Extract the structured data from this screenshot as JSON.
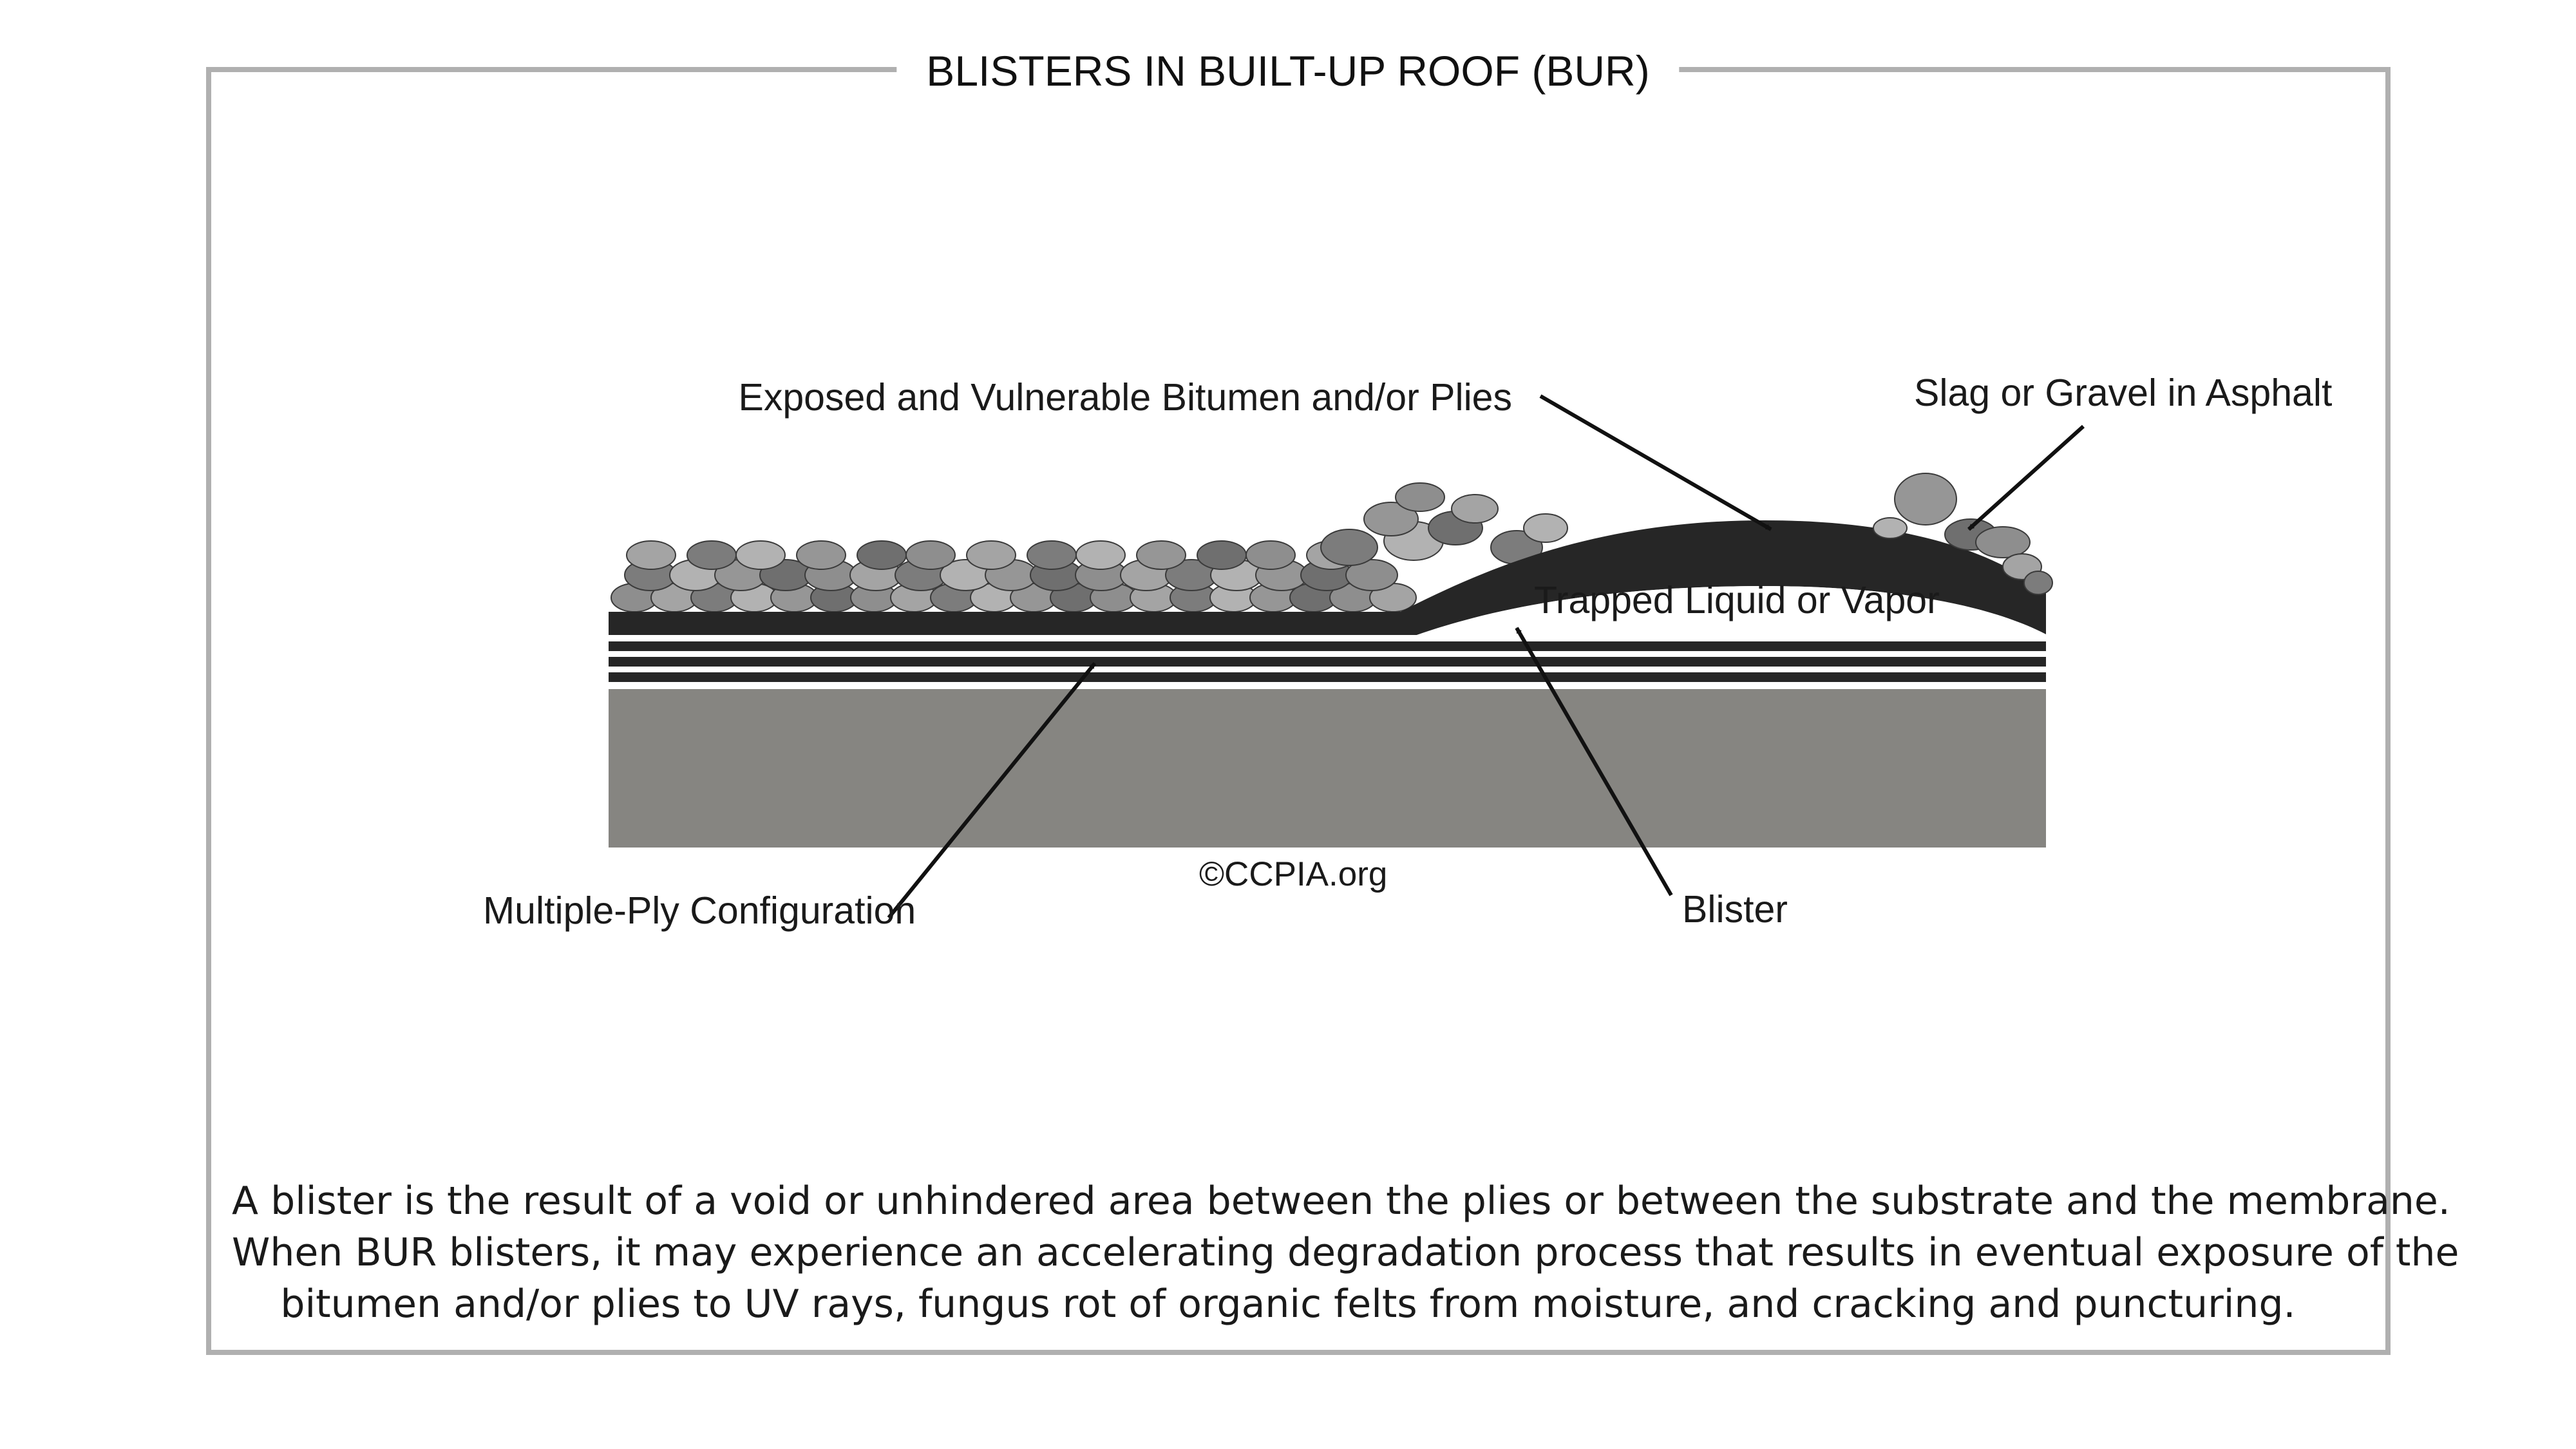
{
  "title": "BLISTERS IN BUILT-UP ROOF (BUR)",
  "labels": {
    "exposed": "Exposed and Vulnerable Bitumen and/or Plies",
    "slag": "Slag or Gravel in Asphalt",
    "trapped": "Trapped Liquid or Vapor",
    "multiply": "Multiple-Ply Configuration",
    "blister": "Blister",
    "copyright": "©CCPIA.org"
  },
  "description": [
    "A blister is the result of a void or unhindered area between the plies or between the substrate and the membrane.",
    "When BUR blisters, it may experience an accelerating degradation process that results in eventual exposure of the",
    "bitumen and/or plies to UV rays, fungus rot of organic felts from moisture, and cracking and puncturing."
  ],
  "colors": {
    "frame": "#b0b0b0",
    "substrate": "#868581",
    "membrane": "#262626",
    "gravel": "#9a9a9a"
  }
}
